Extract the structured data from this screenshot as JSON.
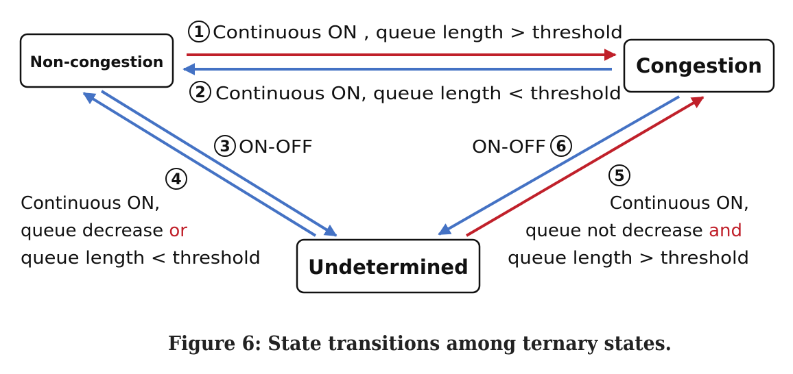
{
  "colors": {
    "red": "#c0202a",
    "blue": "#4472c4",
    "box_border": "#111111",
    "text": "#111111"
  },
  "states": {
    "non_congestion": "Non-congestion",
    "congestion": "Congestion",
    "undetermined": "Undetermined"
  },
  "transitions": {
    "t1": {
      "number": "1",
      "label": "Continuous ON , queue length  >  threshold"
    },
    "t2": {
      "number": "2",
      "label": "Continuous ON, queue length  <  threshold"
    },
    "t3": {
      "number": "3",
      "label": "ON-OFF"
    },
    "t4": {
      "number": "4",
      "line1": "Continuous ON,",
      "line2_pre": "queue decrease ",
      "line2_em": "or",
      "line3": "queue length < threshold"
    },
    "t5": {
      "number": "5",
      "line1": "Continuous ON,",
      "line2_pre": "queue not decrease ",
      "line2_em": "and",
      "line3": "queue length > threshold"
    },
    "t6": {
      "number": "6",
      "label": "ON-OFF"
    }
  },
  "caption": "Figure 6: State transitions among ternary states."
}
